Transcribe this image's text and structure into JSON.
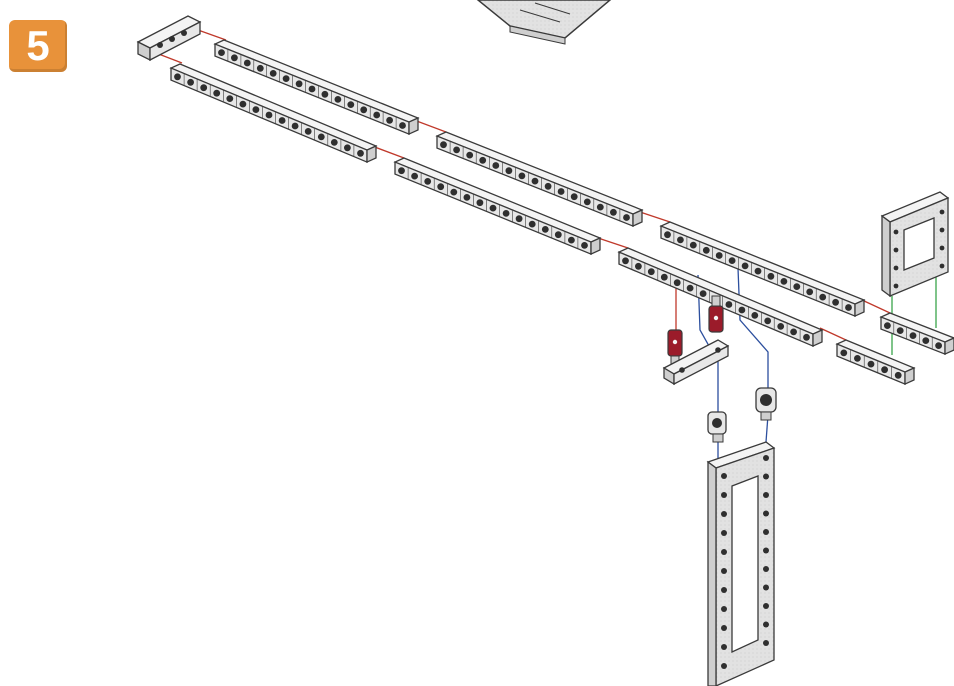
{
  "step": {
    "number": "5",
    "badge_color": "#e8923a"
  },
  "colors": {
    "beam_fill": "#e7e7e7",
    "beam_top": "#f4f4f4",
    "beam_side": "#cfcfcf",
    "stud_hole": "#2f2f2f",
    "outline": "#3a3a3a",
    "guide_red": "#c0392b",
    "guide_blue": "#2c4f9e",
    "guide_green": "#3aa34a",
    "connector_red": "#9b1b2a"
  },
  "icons": {
    "long_beams": "technic-beam",
    "vertical_frame": "technic-frame",
    "small_frame": "technic-frame",
    "connectors": "axle-pin",
    "joints": "ball-joint"
  }
}
